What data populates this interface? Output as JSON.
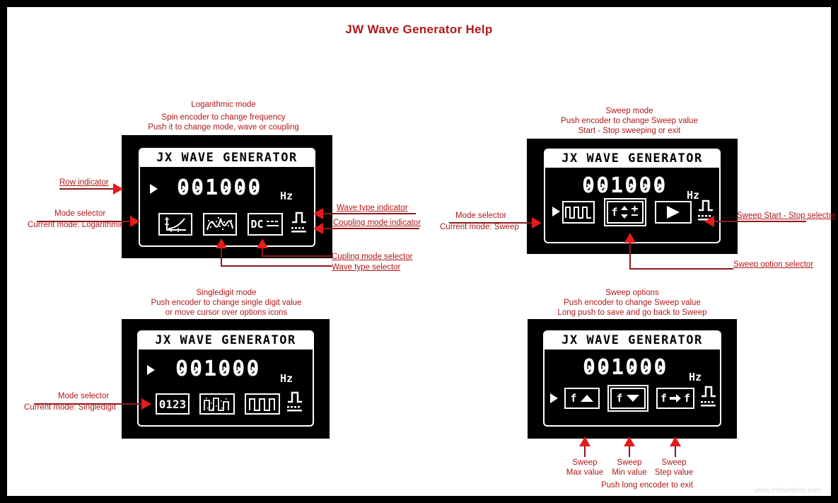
{
  "page": {
    "title": "JW Wave Generator Help",
    "watermark": "www.mfgwebcta.com",
    "accent_red": "#b01818",
    "leader_red": "#8b1a1a",
    "arrow_red": "#e51c1c",
    "device_bg": "#000000",
    "lcd_fg": "#ffffff"
  },
  "panels": [
    {
      "id": "logarithmic",
      "heading": [
        "Logarithmic mode",
        "Spin encoder to change frequency",
        "Push it to change mode, wave or coupling"
      ],
      "display": {
        "title": "JX WAVE GENERATOR",
        "frequency": "001000",
        "unit": "Hz"
      },
      "icons": [
        {
          "name": "log-curve-icon",
          "label": ""
        },
        {
          "name": "sine-wave-icon",
          "label": ""
        },
        {
          "name": "dc-coupling-icon",
          "label": "DC"
        },
        {
          "name": "wave-type-indicator-icon",
          "label": ""
        },
        {
          "name": "coupling-mode-indicator-icon",
          "label": ""
        }
      ],
      "annotations": [
        {
          "name": "row-indicator-label",
          "lines": [
            "Row indicator"
          ]
        },
        {
          "name": "mode-selector-label",
          "lines": [
            "Mode selector",
            "Current mode: Logarithmic"
          ]
        },
        {
          "name": "wave-type-indicator-label",
          "lines": [
            "Wave type indicator"
          ]
        },
        {
          "name": "coupling-mode-indicator-label",
          "lines": [
            "Coupling mode indicator"
          ]
        },
        {
          "name": "coupling-mode-selector-label",
          "lines": [
            "Cupling mode selector"
          ]
        },
        {
          "name": "wave-type-selector-label",
          "lines": [
            "Wave type selector"
          ]
        }
      ]
    },
    {
      "id": "sweep",
      "heading": [
        "Sweep mode",
        "Push encoder to change Sweep value",
        "Start - Stop sweeping or exit"
      ],
      "display": {
        "title": "JX WAVE GENERATOR",
        "frequency": "001000",
        "unit": "Hz"
      },
      "icons": [
        {
          "name": "square-wave-icon",
          "label": ""
        },
        {
          "name": "sweep-option-icon",
          "label": "f"
        },
        {
          "name": "sweep-start-stop-icon",
          "label": ""
        },
        {
          "name": "wave-type-indicator-icon",
          "label": ""
        },
        {
          "name": "coupling-mode-indicator-icon",
          "label": ""
        }
      ],
      "annotations": [
        {
          "name": "mode-selector-label",
          "lines": [
            "Mode selector",
            "Current mode: Sweep"
          ]
        },
        {
          "name": "sweep-start-stop-selector-label",
          "lines": [
            "Sweep Start - Stop selector"
          ]
        },
        {
          "name": "sweep-option-selector-label",
          "lines": [
            "Sweep option selector"
          ]
        }
      ]
    },
    {
      "id": "singledigit",
      "heading": [
        "Singledigit mode",
        "Push encoder to change single digit value",
        "or move cursor over options icons"
      ],
      "display": {
        "title": "JX WAVE GENERATOR",
        "frequency": "001000",
        "unit": "Hz"
      },
      "icons": [
        {
          "name": "single-digit-icon",
          "label": "0123"
        },
        {
          "name": "noise-wave-icon",
          "label": ""
        },
        {
          "name": "square-wave-icon",
          "label": ""
        },
        {
          "name": "wave-type-indicator-icon",
          "label": ""
        },
        {
          "name": "coupling-mode-indicator-icon",
          "label": ""
        }
      ],
      "annotations": [
        {
          "name": "mode-selector-label",
          "lines": [
            "Mode selector",
            "Current mode: Singledigit"
          ]
        }
      ]
    },
    {
      "id": "sweep-options",
      "heading": [
        "Sweep options",
        "Push encoder to change Sweep value",
        "Long push to save and go back to Sweep"
      ],
      "display": {
        "title": "JX WAVE GENERATOR",
        "frequency": "001000",
        "unit": "Hz"
      },
      "icons": [
        {
          "name": "sweep-max-icon",
          "label": "f"
        },
        {
          "name": "sweep-min-icon",
          "label": "f"
        },
        {
          "name": "sweep-step-icon",
          "label": "f"
        },
        {
          "name": "wave-type-indicator-icon",
          "label": ""
        },
        {
          "name": "coupling-mode-indicator-icon",
          "label": ""
        }
      ],
      "annotations": [
        {
          "name": "sweep-max-value-label",
          "lines": [
            "Sweep",
            "Max value"
          ]
        },
        {
          "name": "sweep-min-value-label",
          "lines": [
            "Sweep",
            "Min value"
          ]
        },
        {
          "name": "sweep-step-value-label",
          "lines": [
            "Sweep",
            "Step value"
          ]
        },
        {
          "name": "exit-hint-label",
          "lines": [
            "Push long encoder to exit"
          ]
        }
      ]
    }
  ]
}
